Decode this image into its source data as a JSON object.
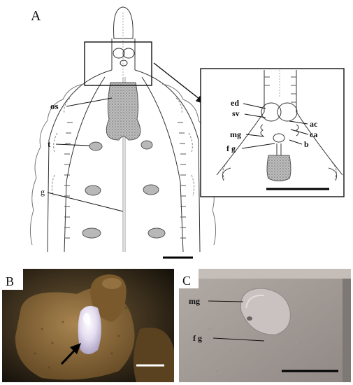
{
  "panels": {
    "a": {
      "letter": "A",
      "labels": {
        "os": "os",
        "t": "t",
        "g": "g"
      },
      "inset_labels": {
        "ed": "ed",
        "sv": "sv",
        "mg": "mg",
        "fg": "f g",
        "ac": "ac",
        "ca": "ca",
        "b": "b"
      }
    },
    "b": {
      "letter": "B"
    },
    "c": {
      "letter": "C",
      "labels": {
        "mg": "mg",
        "fg": "f g"
      }
    }
  },
  "colors": {
    "line": "#333333",
    "fill_stipple": "#9a9a9a",
    "photo_b_bg": "#2a2418",
    "photo_b_tissue": "#8a6a3a",
    "photo_b_highlight": "#d8d0e6",
    "photo_c_bg": "#a49c98"
  }
}
